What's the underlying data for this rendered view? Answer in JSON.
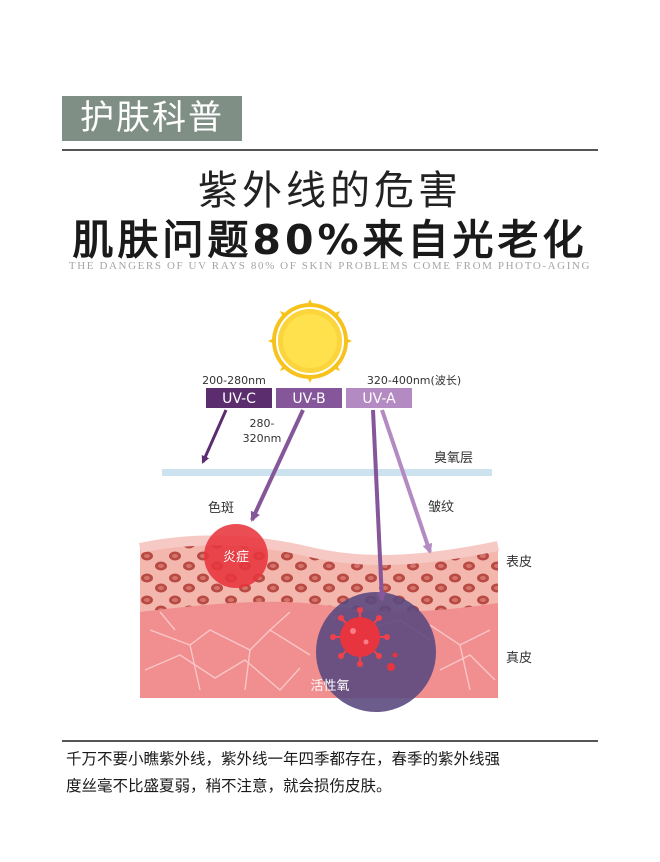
{
  "header": {
    "tag": "护肤科普",
    "title_line1": "紫外线的危害",
    "title_line2": "肌肤问题80%来自光老化",
    "subtitle": "THE DANGERS OF UV RAYS 80% OF SKIN PROBLEMS COME FROM PHOTO-AGING"
  },
  "diagram": {
    "uvc_range": "200-280nm",
    "uvc_label": "UV-C",
    "uvb_label": "UV-B",
    "uva_label": "UV-A",
    "uva_range": "320-400nm(波长)",
    "uvb_range_line1": "280-",
    "uvb_range_line2": "320nm",
    "ozone_label": "臭氧层",
    "spots_label": "色斑",
    "wrinkles_label": "皱纹",
    "inflammation_label": "炎症",
    "epidermis_label": "表皮",
    "dermis_label": "真皮",
    "ros_label": "活性氧",
    "colors": {
      "uvc": "#5b2d6e",
      "uvb": "#85579a",
      "uva": "#b48ac2",
      "sun": "#f7c21b",
      "ozone": "#cce2ee",
      "skin": "#f2a9a6",
      "inflammation": "#e8343e"
    }
  },
  "body": {
    "line1": "千万不要小瞧紫外线，紫外线一年四季都存在，春季的紫外线强",
    "line2": "度丝毫不比盛夏弱，稍不注意，就会损伤皮肤。"
  }
}
